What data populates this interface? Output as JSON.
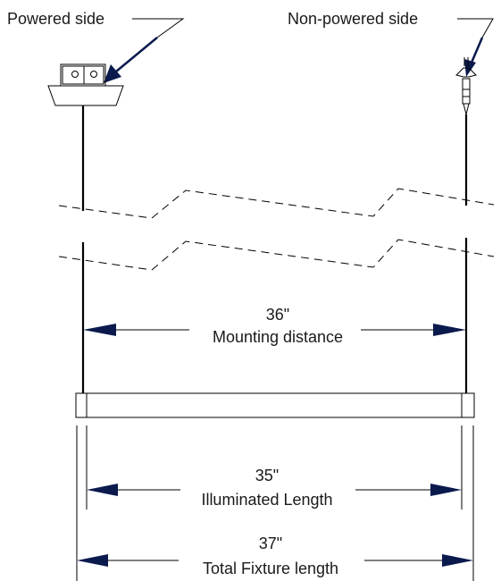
{
  "callouts": {
    "powered_side": "Powered side",
    "non_powered_side": "Non-powered side"
  },
  "dimensions": {
    "mounting": {
      "value": "36\"",
      "label": "Mounting distance"
    },
    "illuminated": {
      "value": "35\"",
      "label": "Illuminated Length"
    },
    "total": {
      "value": "37\"",
      "label": "Total Fixture length"
    }
  },
  "colors": {
    "line": "#000000",
    "arrow": "#0b1a4d",
    "text": "#1a1a1a"
  }
}
